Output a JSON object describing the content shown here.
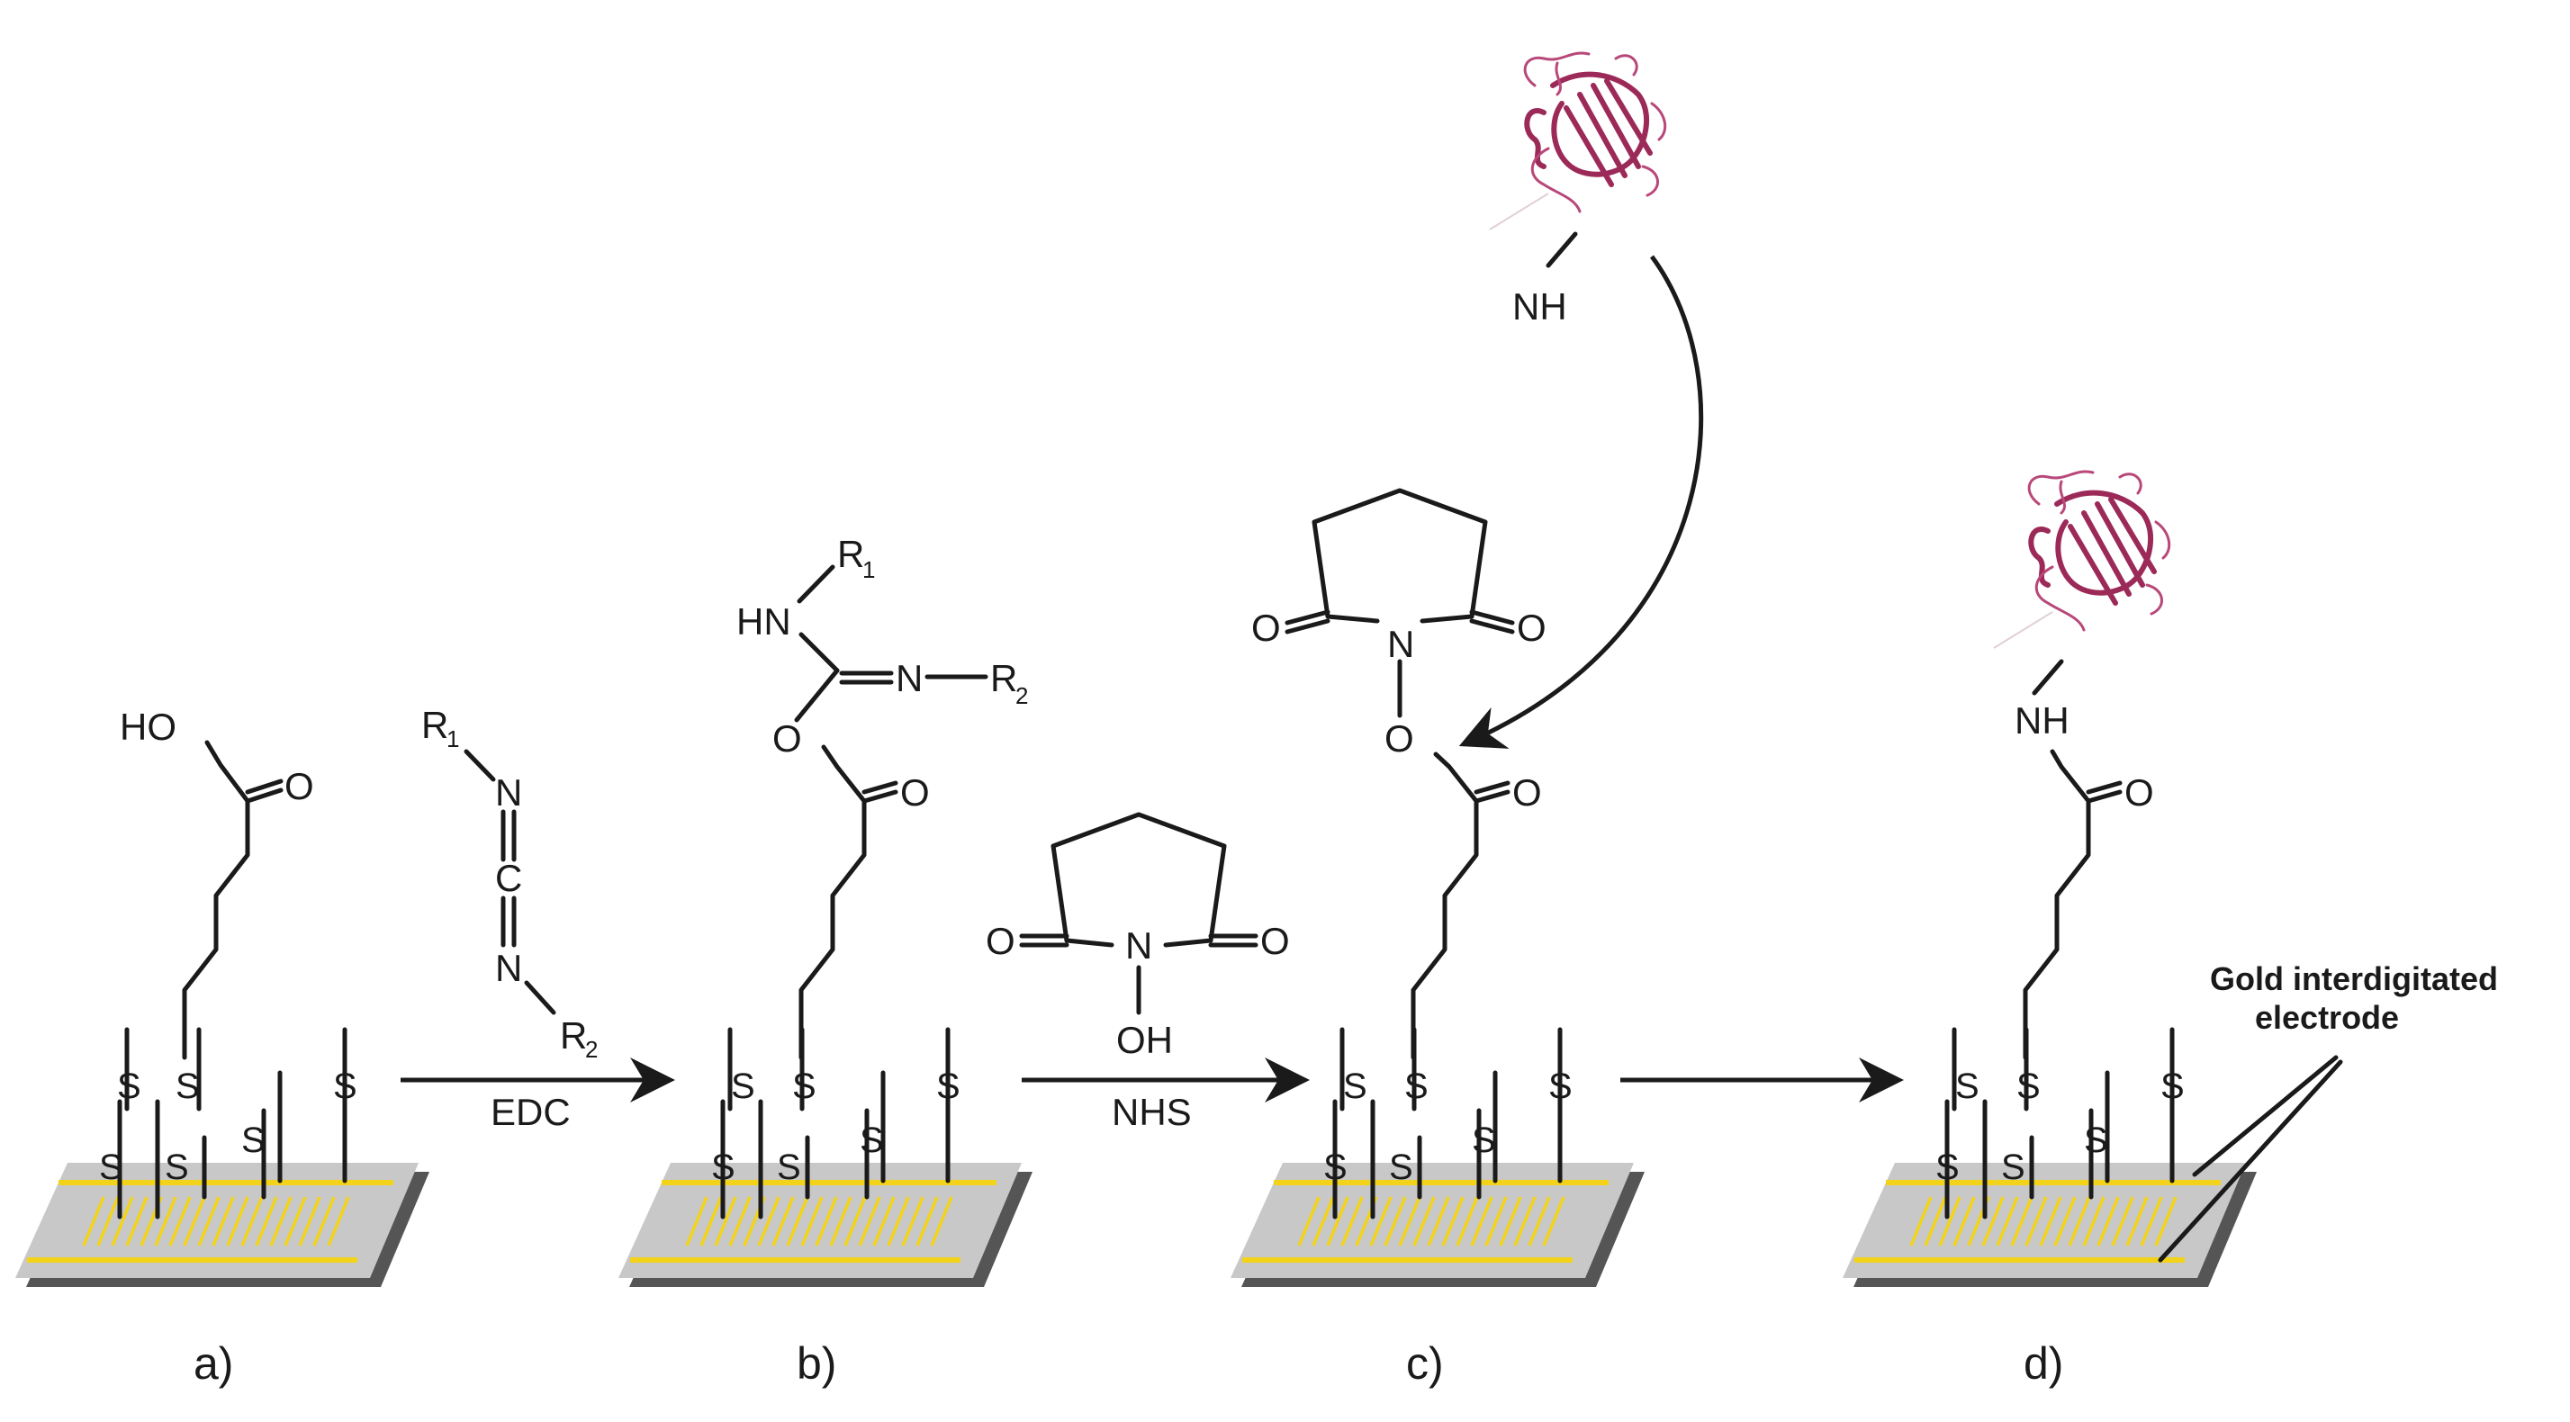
{
  "steps": [
    {
      "id": "a",
      "label": "a)",
      "top_group": "HO",
      "carbonyl_o": "O",
      "sulfur": "S"
    },
    {
      "id": "b",
      "label": "b)",
      "ester_o": "O",
      "carbonyl_o": "O",
      "imine_n": "N",
      "r2": "R",
      "r2_sub": "2",
      "amine": "HN",
      "r1": "R",
      "r1_sub": "1",
      "sulfur": "S"
    },
    {
      "id": "c",
      "label": "c)",
      "ester_o": "O",
      "carbonyl_o": "O",
      "imide_n": "N",
      "imide_o_left": "O",
      "imide_o_right": "O",
      "sulfur": "S",
      "incoming_amine": "NH"
    },
    {
      "id": "d",
      "label": "d)",
      "amide": "NH",
      "carbonyl_o": "O",
      "sulfur": "S"
    }
  ],
  "reagents": {
    "edc": {
      "label": "EDC",
      "r1": "R",
      "r1_sub": "1",
      "n_top": "N",
      "c_mid": "C",
      "n_bottom": "N",
      "r2": "R",
      "r2_sub": "2"
    },
    "nhs": {
      "label": "NHS",
      "n": "N",
      "o_left": "O",
      "o_right": "O",
      "oh": "OH"
    }
  },
  "callout": {
    "line1": "Gold interdigitated",
    "line2": "electrode"
  },
  "colors": {
    "gold": "#f2d31a",
    "substrate": "#c8c8c8",
    "shadow": "#555555",
    "protein": "#9c2a58",
    "ink": "#1a1a1a"
  },
  "icons": [
    "protein-ribbon-icon",
    "gold-electrode-icon"
  ]
}
